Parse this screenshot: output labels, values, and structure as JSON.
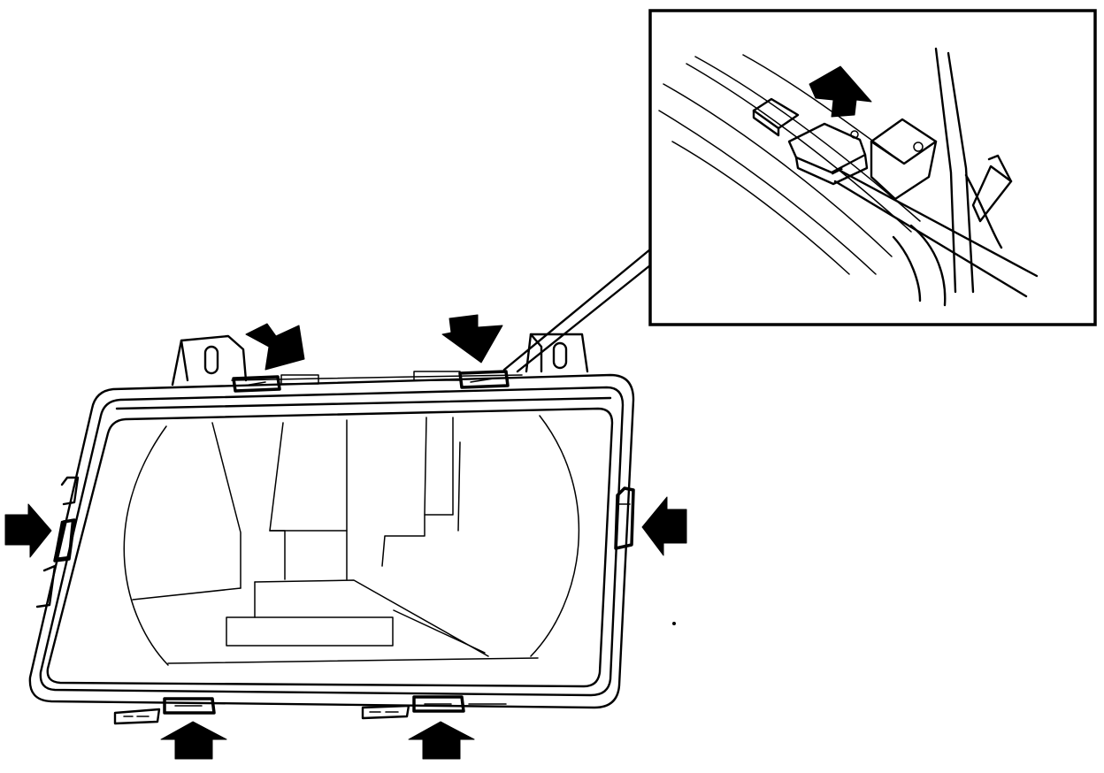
{
  "diagram": {
    "kind": "technical-illustration",
    "subject": "headlamp-lens-removal",
    "main_view": {
      "component": "headlamp-lens-assembly",
      "arrows": [
        {
          "location": "top-left-clip",
          "direction": "down"
        },
        {
          "location": "top-right-clip",
          "direction": "down"
        },
        {
          "location": "left-clip",
          "direction": "right"
        },
        {
          "location": "right-clip",
          "direction": "left"
        },
        {
          "location": "bottom-left-clip",
          "direction": "up"
        },
        {
          "location": "bottom-right-clip",
          "direction": "up"
        }
      ]
    },
    "detail_view": {
      "component": "clip-release-with-screwdriver",
      "arrow": {
        "direction": "up"
      },
      "leader_to": "top-right-clip"
    }
  }
}
